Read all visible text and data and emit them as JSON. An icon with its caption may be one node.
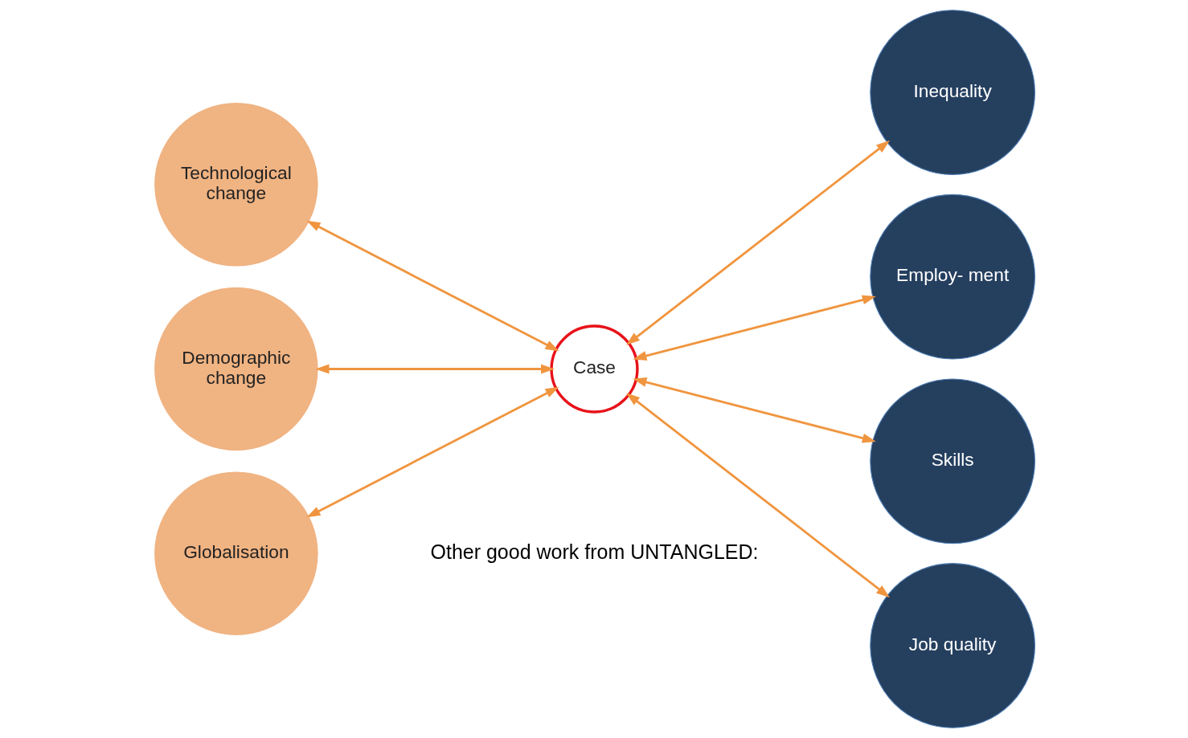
{
  "diagram": {
    "nodes": [
      {
        "text": [
          "Technological change"
        ]
      },
      {
        "text": [
          "Globalisation"
        ]
      },
      {
        "text": [
          "Demographic change"
        ]
      },
      {
        "text": [
          "Case"
        ]
      },
      {
        "text": [
          "Inequality"
        ]
      },
      {
        "text": [
          "Employ- ment"
        ]
      },
      {
        "text": [
          "Skills"
        ]
      },
      {
        "text": [
          "Job quality"
        ]
      }
    ],
    "edges": [
      {
        "from": 3,
        "to": 0,
        "arrow": "both"
      },
      {
        "from": 3,
        "to": 1,
        "arrow": "both"
      },
      {
        "from": 3,
        "to": 2,
        "arrow": "both"
      },
      {
        "from": 3,
        "to": 4,
        "arrow": "both"
      },
      {
        "from": 3,
        "to": 5,
        "arrow": "both"
      },
      {
        "from": 3,
        "to": 6,
        "arrow": "both"
      },
      {
        "from": 3,
        "to": 7,
        "arrow": "both"
      }
    ],
    "labels": [
      "Other good work from UNTANGLED:"
    ]
  }
}
